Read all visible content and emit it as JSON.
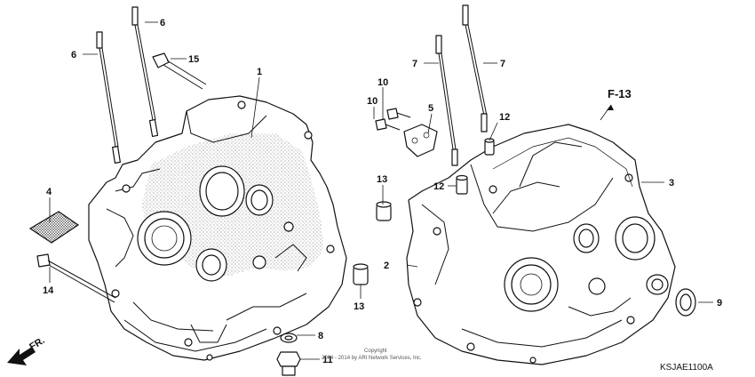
{
  "callouts": {
    "c1": "1",
    "c2": "2",
    "c3": "3",
    "c4": "4",
    "c5": "5",
    "c6a": "6",
    "c6b": "6",
    "c7a": "7",
    "c7b": "7",
    "c8": "8",
    "c9": "9",
    "c10a": "10",
    "c10b": "10",
    "c11": "11",
    "c12a": "12",
    "c12b": "12",
    "c13a": "13",
    "c13b": "13",
    "c14": "14",
    "c15": "15"
  },
  "ref_label": "F-13",
  "front_label": "FR.",
  "copyright_line1": "Copyright",
  "copyright_line2": "2004 - 2014 by ARI Network Services, Inc.",
  "diagram_code": "KSJAE1100A"
}
